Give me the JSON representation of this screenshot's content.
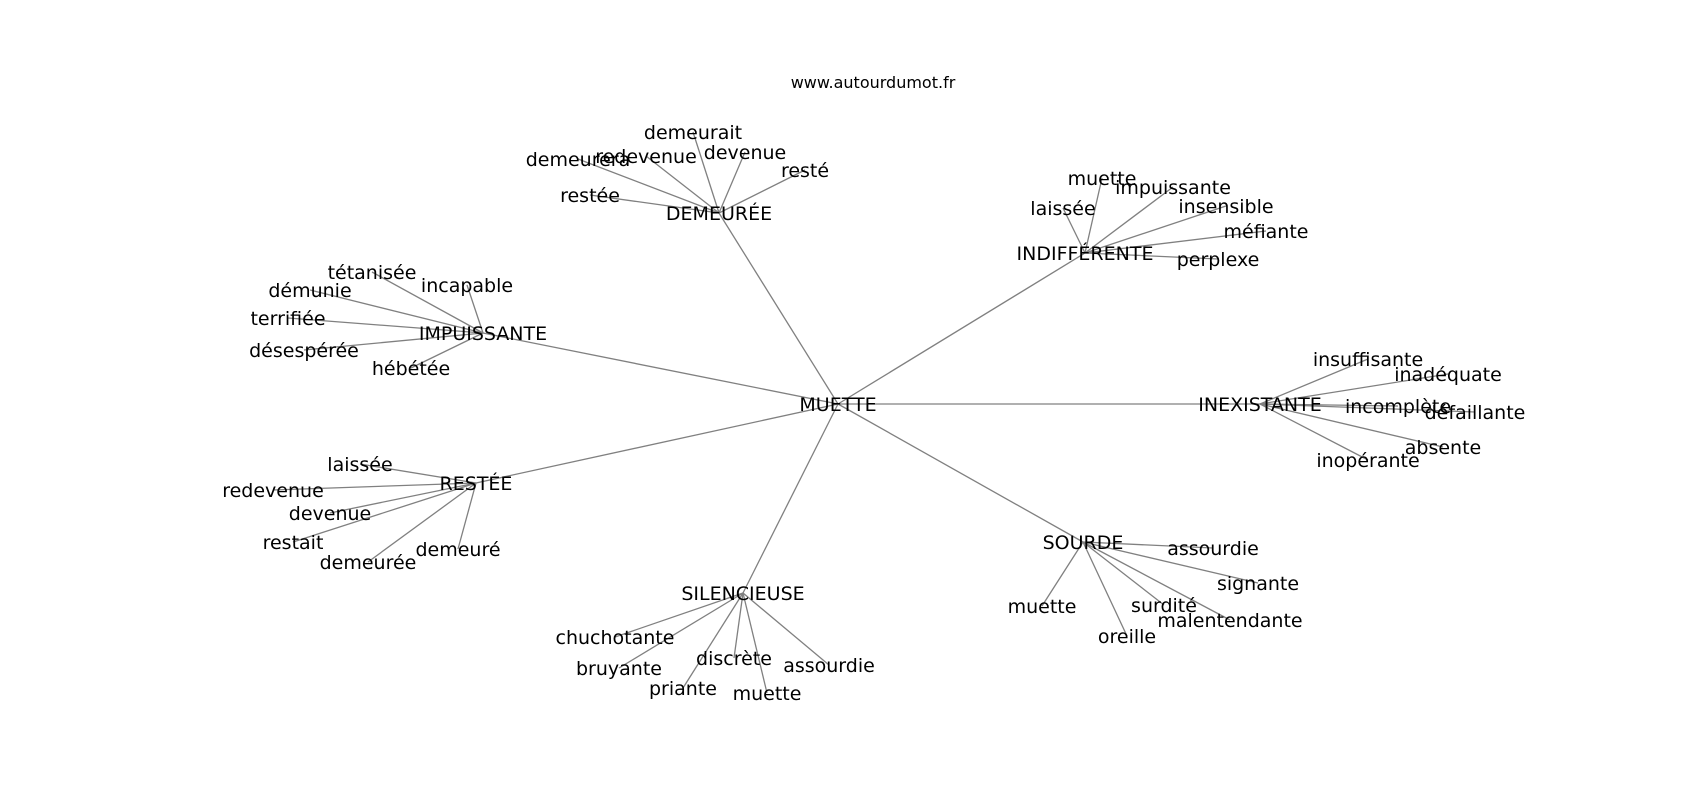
{
  "site_label": "www.autourdumot.fr",
  "edge_color": "#808080",
  "text_color": "#000000",
  "root": {
    "label": "MUETTE"
  },
  "hubs": [
    {
      "label": "DEMEURÉE",
      "leaves": [
        "demeurait",
        "redevenue",
        "devenue",
        "demeurera",
        "resté",
        "restée"
      ]
    },
    {
      "label": "INDIFFÉRENTE",
      "leaves": [
        "muette",
        "impuissante",
        "laissée",
        "insensible",
        "méfiante",
        "perplexe"
      ]
    },
    {
      "label": "IMPUISSANTE",
      "leaves": [
        "tétanisée",
        "incapable",
        "démunie",
        "terrifiée",
        "désespérée",
        "hébétée"
      ]
    },
    {
      "label": "INEXISTANTE",
      "leaves": [
        "insuffisante",
        "inadéquate",
        "incomplète",
        "défaillante",
        "absente",
        "inopérante"
      ]
    },
    {
      "label": "RESTÉE",
      "leaves": [
        "laissée",
        "redevenue",
        "devenue",
        "restait",
        "demeuré",
        "demeurée"
      ]
    },
    {
      "label": "SOURDE",
      "leaves": [
        "assourdie",
        "signante",
        "surdité",
        "malentendante",
        "muette",
        "oreille"
      ]
    },
    {
      "label": "SILENCIEUSE",
      "leaves": [
        "chuchotante",
        "bruyante",
        "discrète",
        "assourdie",
        "priante",
        "muette"
      ]
    }
  ]
}
